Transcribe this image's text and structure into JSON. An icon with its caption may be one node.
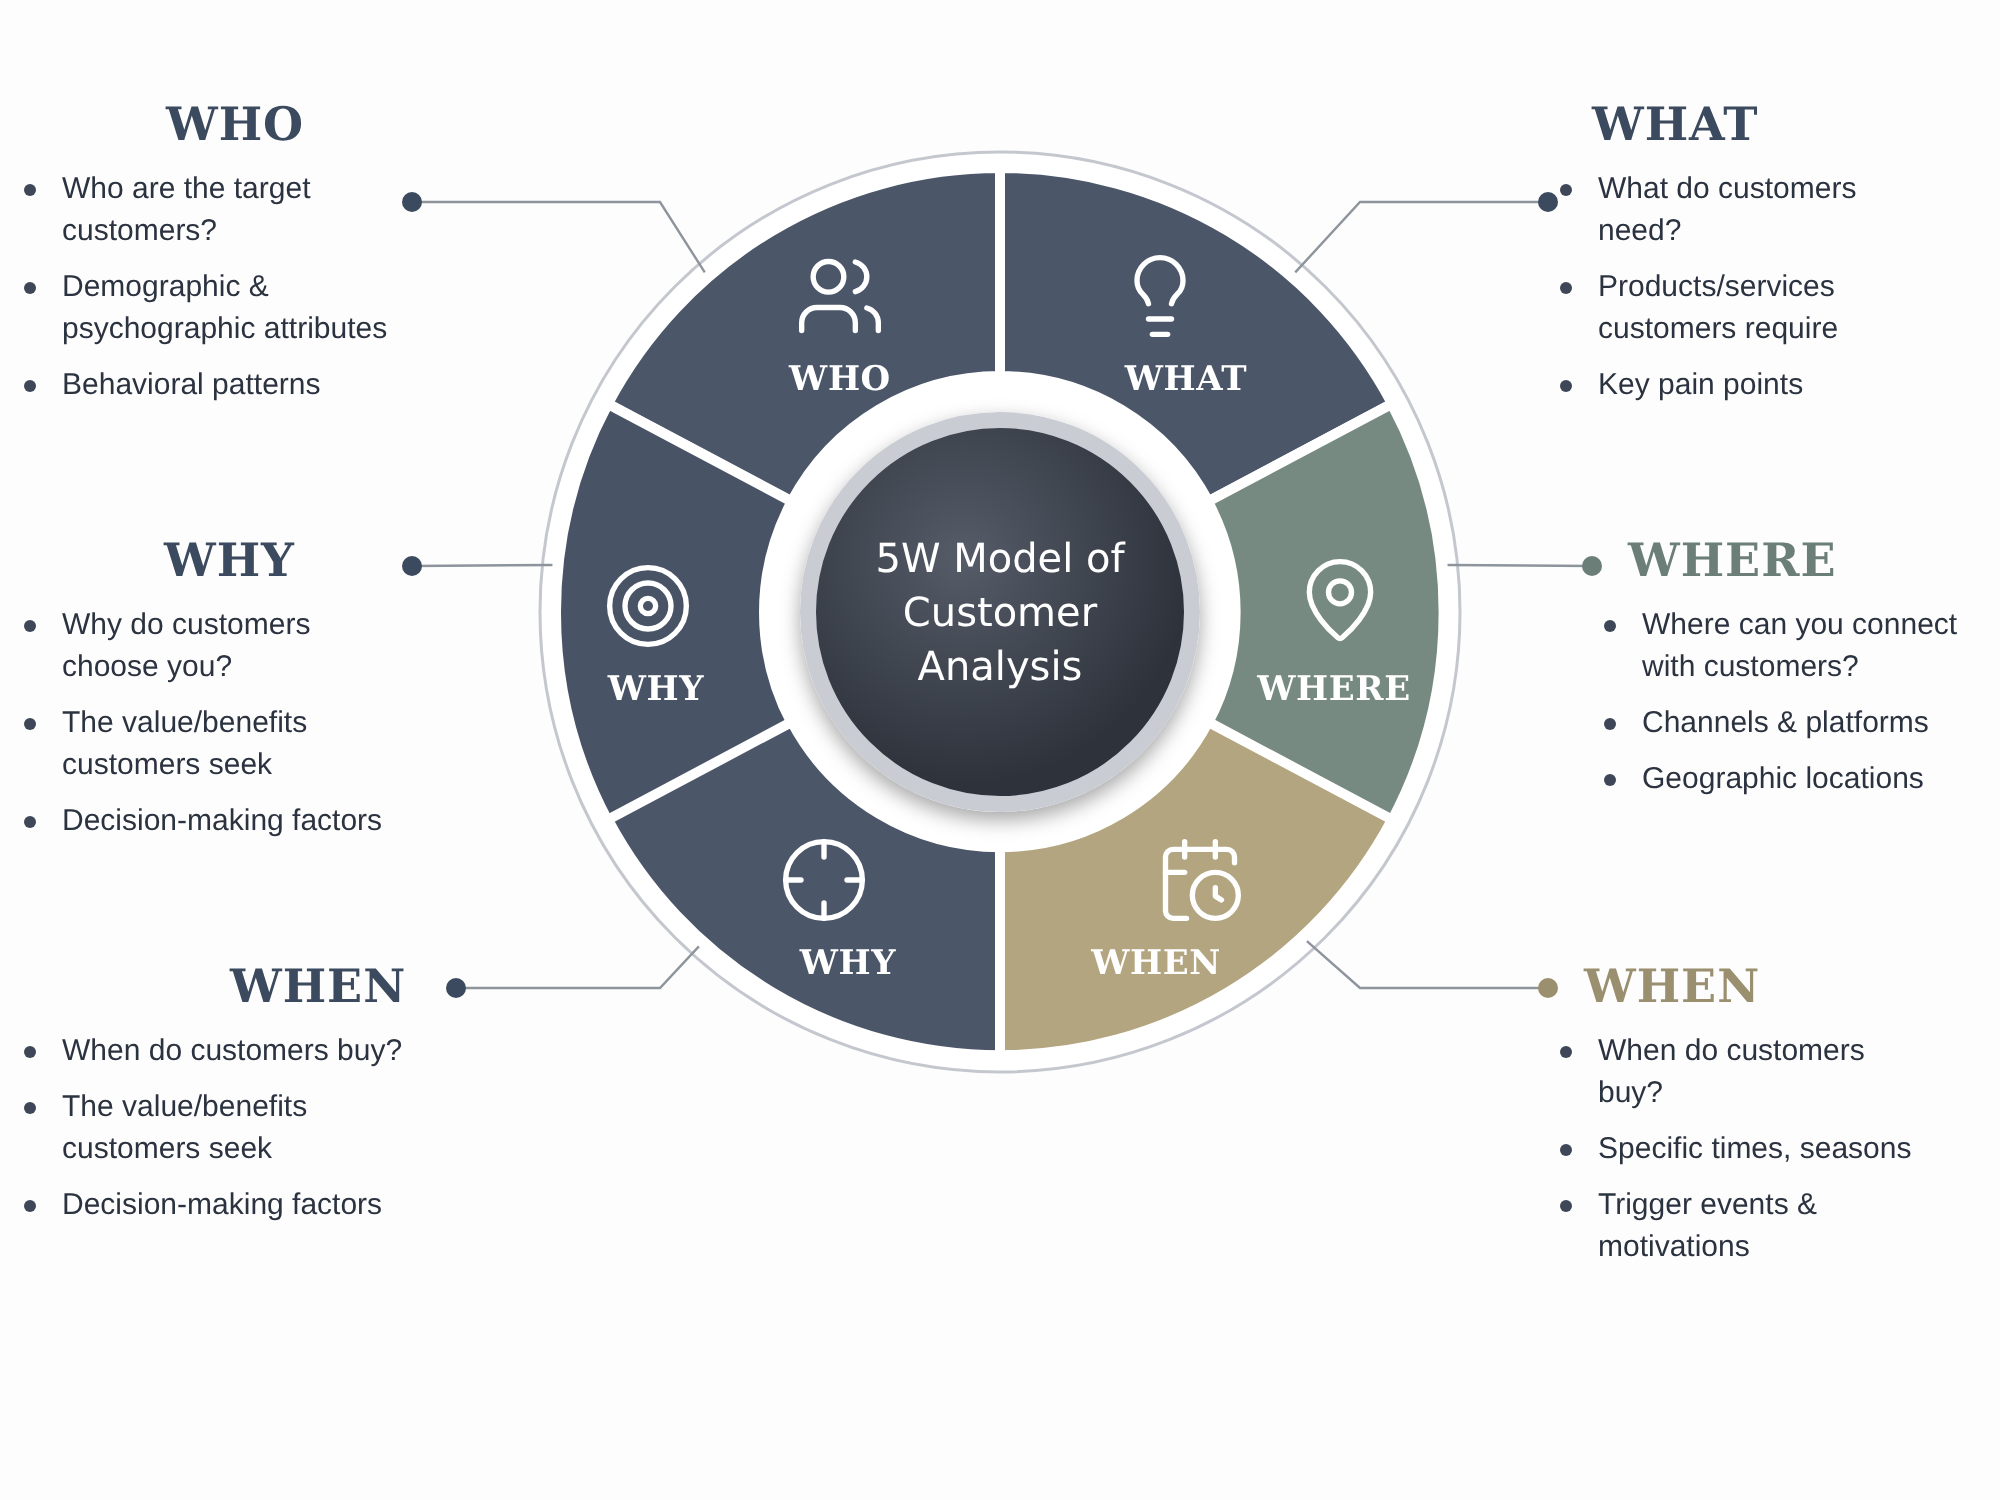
{
  "diagram": {
    "nodes": [
      {
        "text": [
          "5W Model of Customer Analysis"
        ]
      },
      {
        "text": [
          "WHO"
        ]
      },
      {
        "text": [
          "WHAT"
        ]
      },
      {
        "text": [
          "WHY"
        ]
      },
      {
        "text": [
          "WHERE"
        ]
      },
      {
        "text": [
          "WHY"
        ]
      },
      {
        "text": [
          "WHEN"
        ]
      },
      {
        "text": [
          "WHO",
          "Who are the target customers?",
          "Demographic & psychographic attributes",
          "Behavioral patterns"
        ]
      },
      {
        "text": [
          "WHAT",
          "What do customers need?",
          "Products/services customers require",
          "Key pain points"
        ]
      },
      {
        "text": [
          "WHY",
          "Why do customers choose you?",
          "The value/benefits customers seek",
          "Decision-making factors"
        ]
      },
      {
        "text": [
          "WHERE",
          "Where can you connect with customers?",
          "Channels & platforms",
          "Geographic locations"
        ]
      },
      {
        "text": [
          "WHEN",
          "When do customers buy?",
          "The value/benefits customers seek",
          "Decision-making factors"
        ]
      },
      {
        "text": [
          "WHEN",
          "When do customers buy?",
          "Specific times, seasons",
          "Trigger events & motivations"
        ]
      }
    ],
    "edges": [
      {
        "from": 7,
        "to": 1,
        "arrow": "other"
      },
      {
        "from": 8,
        "to": 2,
        "arrow": "other"
      },
      {
        "from": 9,
        "to": 3,
        "arrow": "other"
      },
      {
        "from": 10,
        "to": 4,
        "arrow": "other"
      },
      {
        "from": 11,
        "to": 5,
        "arrow": "other"
      },
      {
        "from": 12,
        "to": 6,
        "arrow": "other"
      }
    ]
  }
}
